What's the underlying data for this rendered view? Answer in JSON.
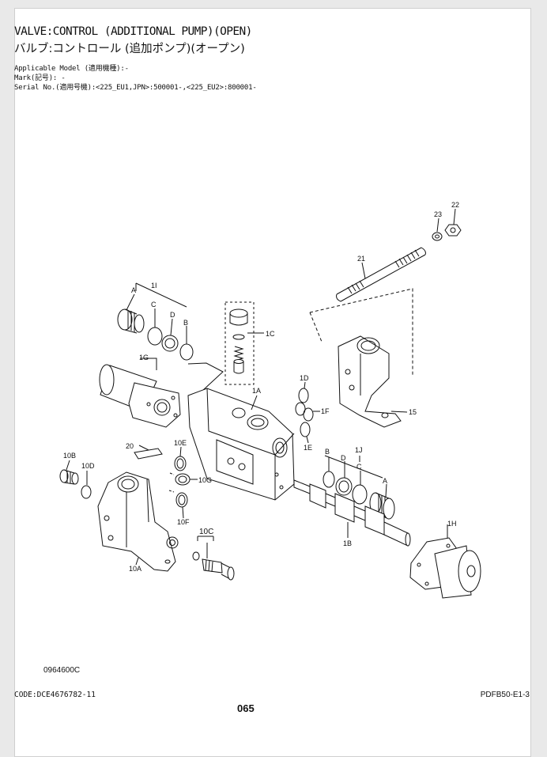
{
  "header": {
    "title_en": "VALVE:CONTROL (ADDITIONAL PUMP)(OPEN)",
    "title_jp": "バルブ:コントロール (追加ポンプ)(オープン)",
    "applicable_model": "Applicable Model (適用機種):-",
    "mark": "Mark(記号): -",
    "serial": "Serial No.(適用号機):<225_EU1,JPN>:500001-,<225_EU2>:800001-"
  },
  "callouts": {
    "c22": "22",
    "c23": "23",
    "c21": "21",
    "c1I": "1I",
    "cA_top": "A",
    "cC_top": "C",
    "cD_top": "D",
    "cB_top": "B",
    "c1C": "1C",
    "c1G": "1G",
    "c1D": "1D",
    "c1A": "1A",
    "c1F": "1F",
    "c15": "15",
    "c1E": "1E",
    "c20": "20",
    "c10E": "10E",
    "c10G": "10G",
    "c10F": "10F",
    "c10B": "10B",
    "c10D": "10D",
    "c10C": "10C",
    "c10A": "10A",
    "cB_bot": "B",
    "cD_bot": "D",
    "c1J": "1J",
    "cC_bot": "C",
    "cA_bot": "A",
    "c1B": "1B",
    "c1H": "1H"
  },
  "footer": {
    "figure_code": "0964600C",
    "code": "CODE:DCE4676782-11",
    "page_number": "065",
    "doc_code": "PDFB50-E1-3"
  }
}
